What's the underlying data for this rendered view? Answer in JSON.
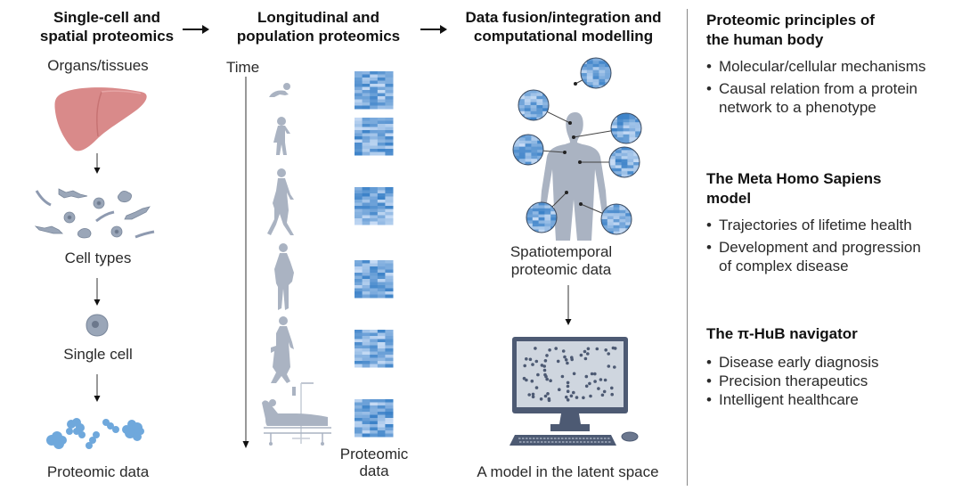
{
  "columns": [
    {
      "title_line1": "Single-cell and",
      "title_line2": "spatial proteomics",
      "stages": [
        "Organs/tissues",
        "Cell types",
        "Single cell",
        "Proteomic data"
      ]
    },
    {
      "title_line1": "Longitudinal and",
      "title_line2": "population proteomics",
      "axis_label": "Time",
      "life_stages": [
        "infant",
        "child",
        "adult",
        "pregnant",
        "elderly",
        "hospitalized"
      ],
      "output_line1": "Proteomic",
      "output_line2": "data"
    },
    {
      "title_line1": "Data fusion/integration and",
      "title_line2": "computational modelling",
      "middle_line1": "Spatiotemporal",
      "middle_line2": "proteomic data",
      "bottom_label": "A model in the latent space"
    }
  ],
  "right_panel": {
    "sections": [
      {
        "title_line1": "Proteomic principles of",
        "title_line2": "the human body",
        "bullets": [
          {
            "line1": "Molecular/cellular mechanisms"
          },
          {
            "line1": "Causal relation from a protein",
            "line2": "network to a phenotype"
          }
        ]
      },
      {
        "title_line1": "The Meta Homo Sapiens",
        "title_line2": "model",
        "bullets": [
          {
            "line1": "Trajectories of lifetime health"
          },
          {
            "line1": "Development and progression",
            "line2": "of complex disease"
          }
        ]
      },
      {
        "title_line1": "The π-HuB navigator",
        "bullets": [
          {
            "line1": "Disease early diagnosis"
          },
          {
            "line1": "Precision therapeutics"
          },
          {
            "line1": "Intelligent healthcare"
          }
        ]
      }
    ]
  },
  "colors": {
    "liver": "#d98a8a",
    "cell": "#9aa6b8",
    "protein": "#6fa8dc",
    "silhouette": "#aab3c2",
    "heatmap_base": "#4a8fd1",
    "monitor": "#4d5a73",
    "screen": "#cfd6df"
  }
}
